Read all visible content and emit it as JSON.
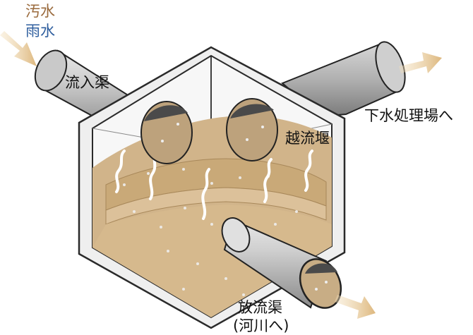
{
  "legend": {
    "wastewater": "汚水",
    "rainwater": "雨水"
  },
  "labels": {
    "inflow": "流入渠",
    "to_treatment": "下水処理場へ",
    "overflow_weir": "越流堰",
    "outfall": "放流渠",
    "outfall_sub": "(河川へ)"
  },
  "colors": {
    "wastewater_text": "#9a6a3c",
    "rainwater_text": "#2e5e9e",
    "water": "#d1b48a",
    "water_dark": "#bf9f71",
    "pipe": "#9c9c9c",
    "pipe_dark": "#4a4a4a",
    "arrow": "#e7c590",
    "chamber_frame": "#e0e0e0"
  }
}
